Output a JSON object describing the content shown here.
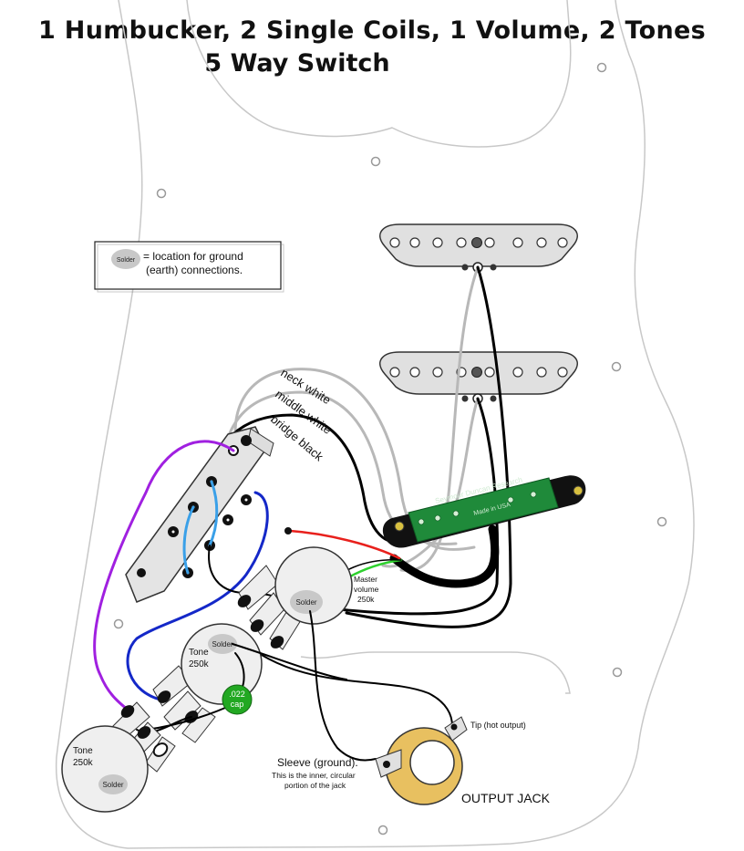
{
  "title": {
    "line1": "1 Humbucker, 2 Single Coils, 1 Volume, 2 Tones",
    "line2": "5 Way Switch"
  },
  "legend": {
    "badge": "Solder",
    "line1": "= location for ground",
    "line2": "(earth) connections."
  },
  "wire_labels": {
    "neck": "neck white",
    "middle": "middle white",
    "bridge": "bridge black"
  },
  "humbucker": {
    "brand": "Seymour Duncan Research",
    "made": "Made in USA"
  },
  "master_volume": {
    "line1": "Master",
    "line2": "volume",
    "line3": "250k",
    "solder": "Solder"
  },
  "tone_upper": {
    "line1": "Tone",
    "line2": "250k",
    "solder": "Solder"
  },
  "tone_lower": {
    "line1": "Tone",
    "line2": "250k",
    "solder": "Solder"
  },
  "cap": {
    "line1": ".022",
    "line2": "cap"
  },
  "jack": {
    "tip": "Tip (hot output)",
    "sleeve_title": "Sleeve (ground).",
    "sleeve_line1": "This is the inner, circular",
    "sleeve_line2": "portion of the jack",
    "label": "OUTPUT JACK"
  },
  "colors": {
    "wire_white": "#b8b8b8",
    "wire_black": "#000000",
    "wire_red": "#e8201c",
    "wire_green": "#2ed12e",
    "wire_blue": "#1428c8",
    "wire_lightblue": "#3aa0e8",
    "wire_purple": "#a020e0",
    "pcb_green": "#1f8a3a",
    "cap_green": "#22a822",
    "jack_gold": "#e8c060",
    "solder_gray": "#c8c8c8"
  }
}
